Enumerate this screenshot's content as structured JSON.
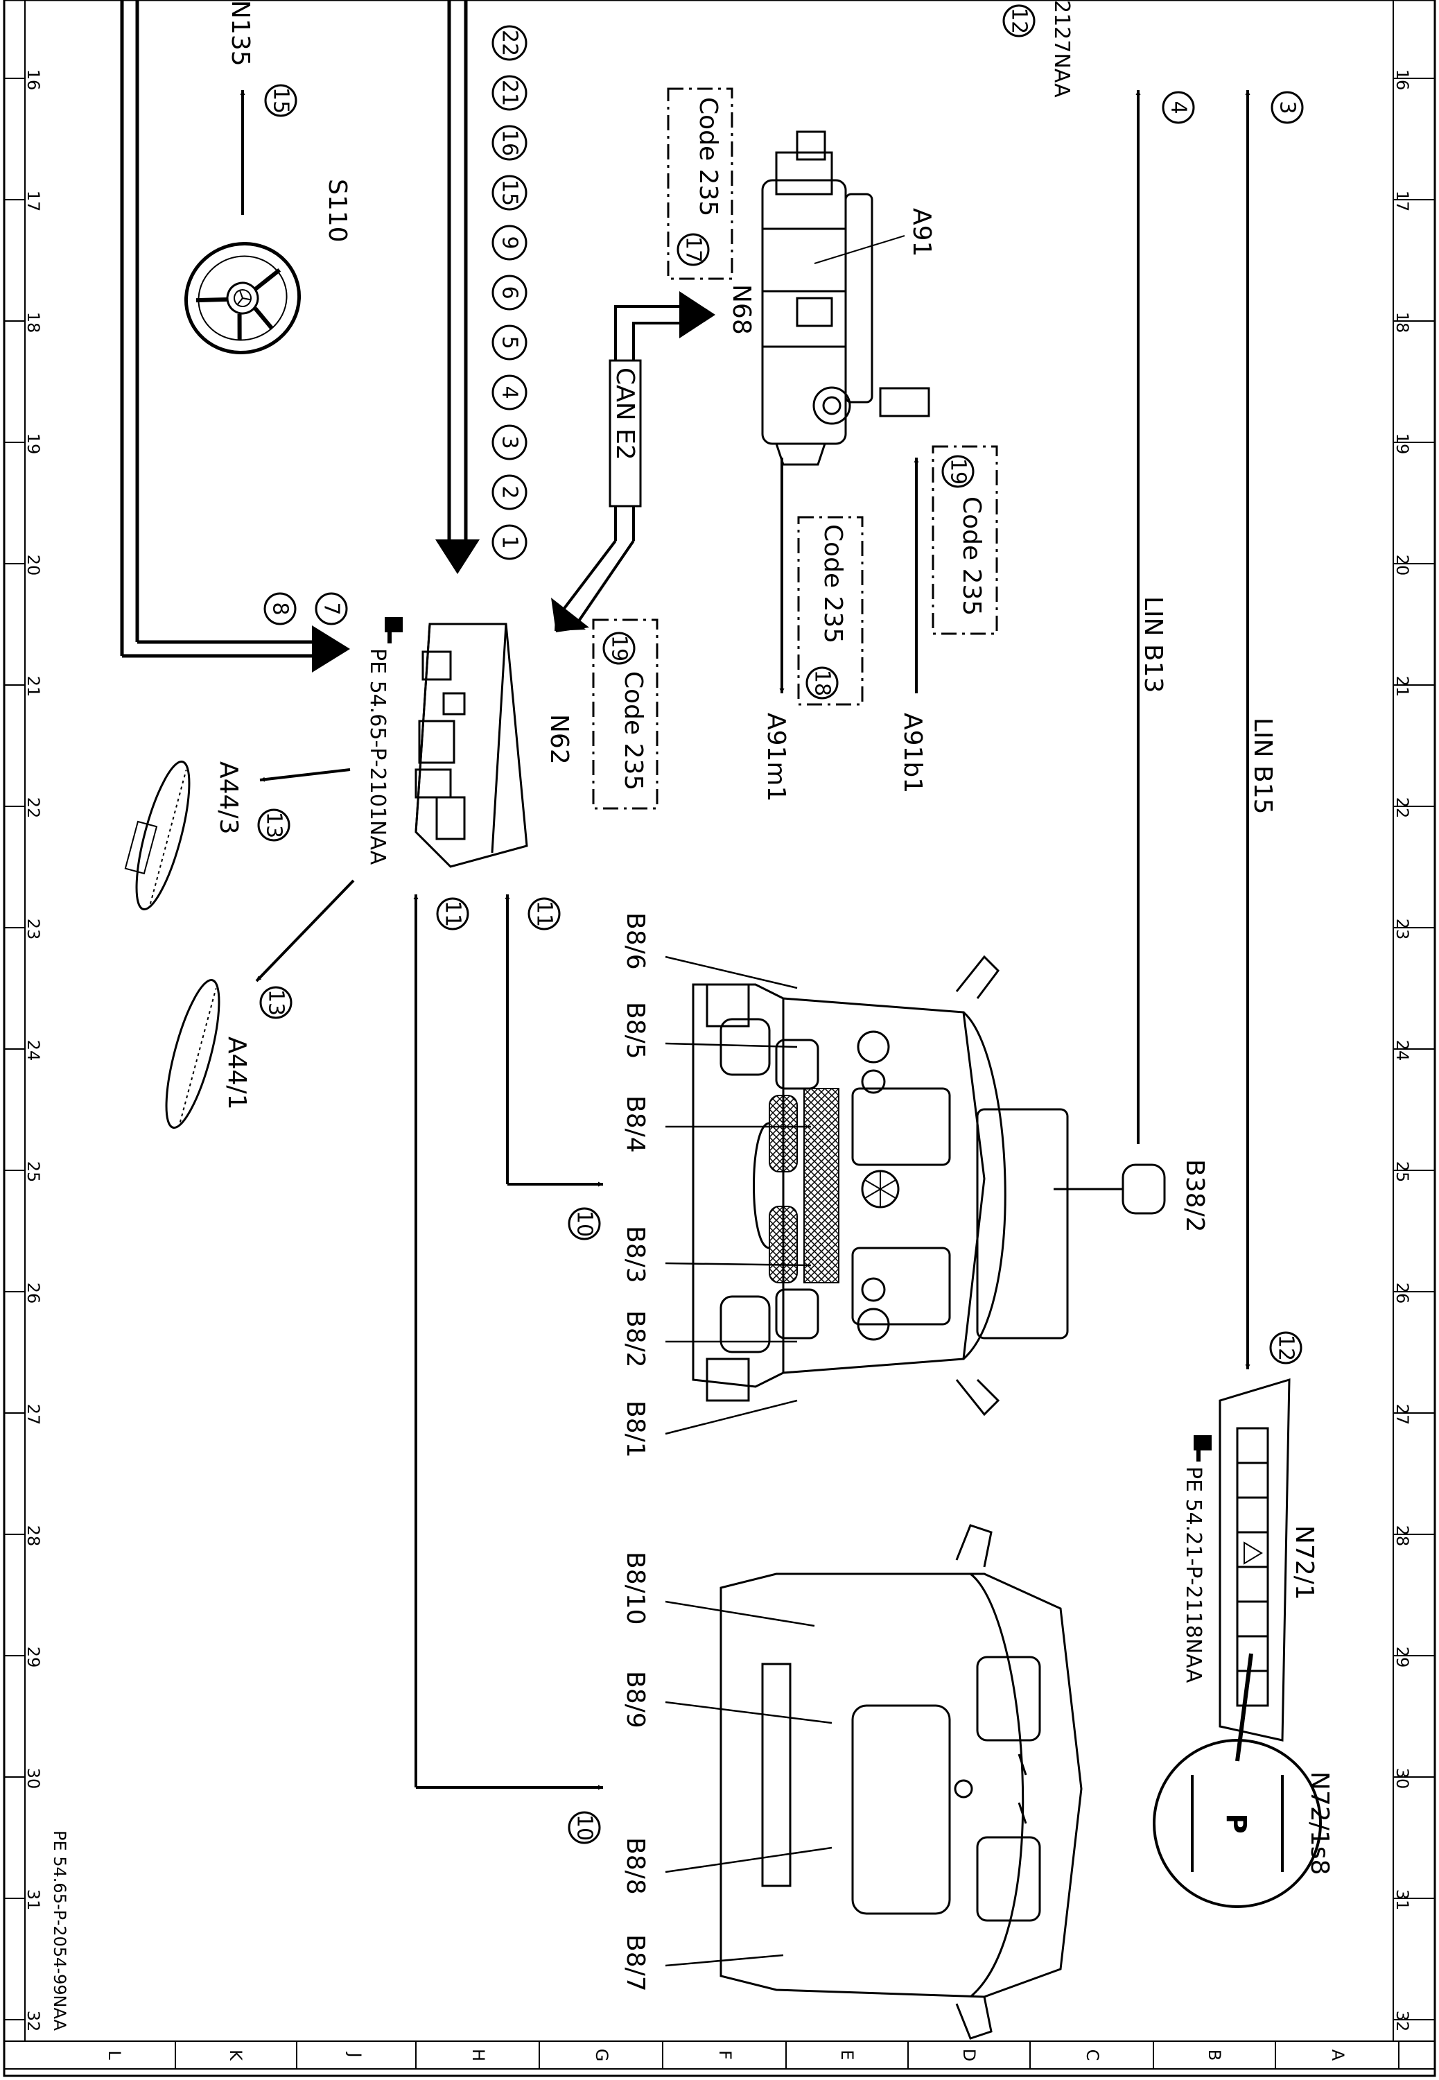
{
  "border": {
    "row_numbers": [
      "16",
      "17",
      "18",
      "19",
      "20",
      "21",
      "22",
      "23",
      "24",
      "25",
      "26",
      "27",
      "28",
      "29",
      "30",
      "31",
      "32"
    ],
    "column_letters": [
      "L",
      "K",
      "J",
      "H",
      "G",
      "F",
      "E",
      "D",
      "C",
      "B",
      "A"
    ]
  },
  "labels": {
    "n135": "N135",
    "s110": "S110",
    "ref_2127": "2127NAA",
    "code_17": "Code 235",
    "a91": "A91",
    "n68": "N68",
    "can_e2": "CAN E2",
    "code_19a": "Code 235",
    "code_18": "Code 235",
    "code_19b": "Code 235",
    "a91m1": "A91m1",
    "a91b1": "A91b1",
    "lin_b13": "LIN B13",
    "lin_b15": "LIN B15",
    "n62": "N62",
    "pe_n62": "PE 54.65-P-2101NAA",
    "a44_3": "A44/3",
    "a44_1": "A44/1",
    "b8_6": "B8/6",
    "b8_5": "B8/5",
    "b8_4": "B8/4",
    "b8_3": "B8/3",
    "b8_2": "B8/2",
    "b8_1": "B8/1",
    "b38_2": "B38/2",
    "n72_1": "N72/1",
    "pe_n72": "PE 54.21-P-2118NAA",
    "n72_1s8": "N72/1s8",
    "b8_10": "B8/10",
    "b8_9": "B8/9",
    "b8_8": "B8/8",
    "b8_7": "B8/7",
    "footer_ref": "PE 54.65-P-2054-99NAA"
  },
  "circled": {
    "bus": [
      "22",
      "21",
      "16",
      "15",
      "9",
      "6",
      "5",
      "4",
      "3",
      "2",
      "1"
    ],
    "c12_top": "12",
    "c4": "4",
    "c3": "3",
    "c15": "15",
    "c17": "17",
    "c19a": "19",
    "c18": "18",
    "c19b": "19",
    "c7": "7",
    "c8": "8",
    "c13a": "13",
    "c13b": "13",
    "c11a": "11",
    "c11b": "11",
    "c10a": "10",
    "c10b": "10",
    "c12_bottom": "12"
  },
  "icons": [
    "steering-wheel-icon",
    "pointing-hand-icon",
    "parking-sensor-button-icon",
    "warning-triangle-icon"
  ]
}
